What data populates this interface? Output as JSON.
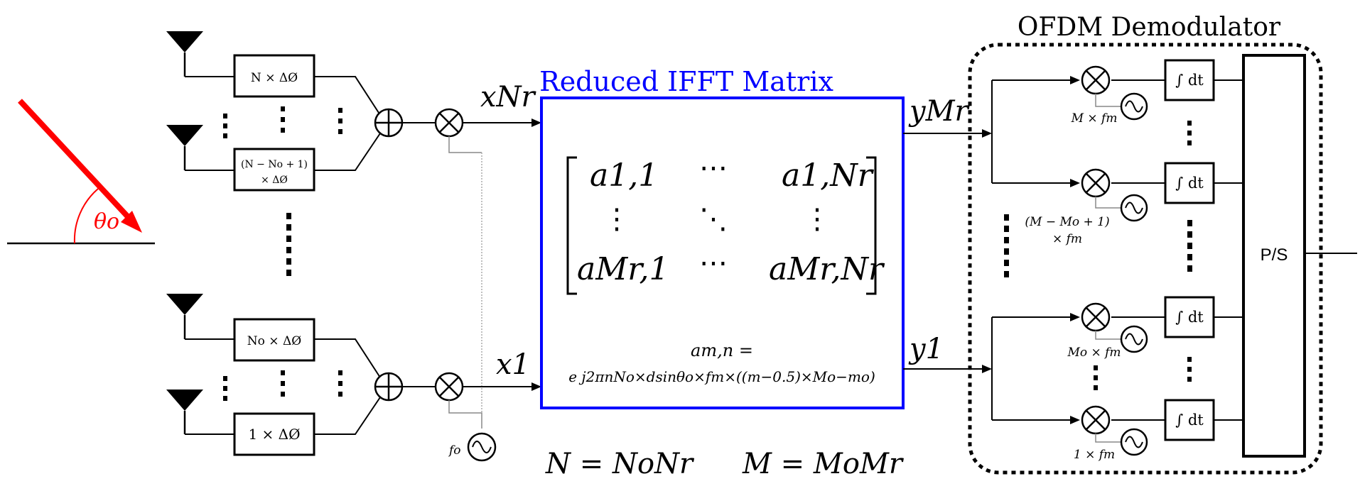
{
  "title": {
    "ofdm": "OFDM Demodulator",
    "ifft": "Reduced IFFT Matrix"
  },
  "signal": {
    "angle_label": "θo"
  },
  "phase_shifters": {
    "top_first": "N × ΔØ",
    "top_last_line1": "(N − No + 1)",
    "top_last_line2": "× ΔØ",
    "bottom_first": "No × ΔØ",
    "bottom_last": "1 × ΔØ"
  },
  "oscillator_tx": {
    "label": "fo"
  },
  "inputs": {
    "top": "xNr",
    "bottom": "x1"
  },
  "outputs": {
    "top": "yMr",
    "bottom": "y1"
  },
  "matrix": {
    "a11": "a1,1",
    "a1N": "a1,Nr",
    "aM1": "aMr,1",
    "aMN": "aMr,Nr",
    "hdots": "⋯",
    "vdots": "⋮",
    "ddots": "⋱"
  },
  "formula": {
    "lhs": "am,n =",
    "rhs": "e j2πnNo×dsinθo×fm×((m−0.5)×Mo−mo)"
  },
  "relations": {
    "n_eq": "N = NoNr",
    "m_eq": "M = MoMr"
  },
  "demod": {
    "integrator": "∫ dt",
    "ps": "P/S",
    "freqs": {
      "f1": "M × fm",
      "f2_line1": "(M − Mo + 1)",
      "f2_line2": "× fm",
      "f3": "Mo × fm",
      "f4": "1 × fm"
    }
  },
  "colors": {
    "signal": "#ff0000",
    "ifft_box": "#0000ff",
    "line": "#000000"
  }
}
